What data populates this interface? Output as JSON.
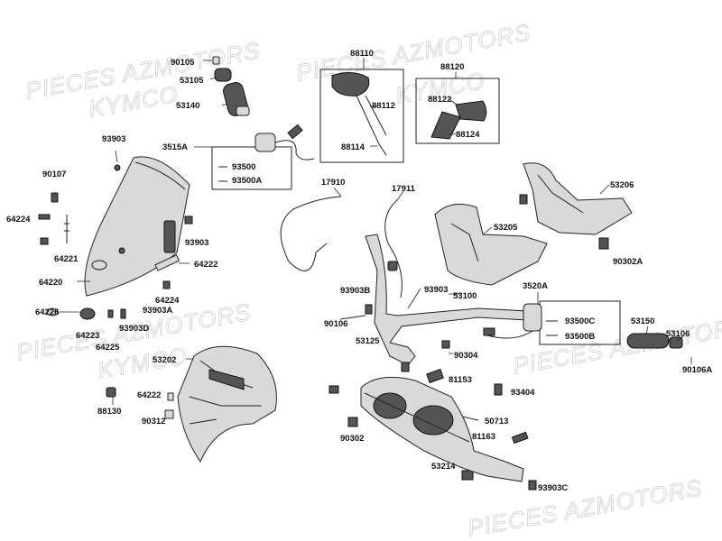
{
  "watermark": {
    "line1": "PIECES AZMOTORS",
    "line2": "KYMCO"
  },
  "labels": [
    "90105",
    "53105",
    "53140",
    "88110",
    "88112",
    "88114",
    "88120",
    "88122",
    "88124",
    "93903",
    "3515A",
    "93500",
    "93500A",
    "90107",
    "64224",
    "64221",
    "64222",
    "64224",
    "64220",
    "93903",
    "17910",
    "17911",
    "53206",
    "53205",
    "90302A",
    "93903B",
    "93903",
    "53100",
    "3520A",
    "93500C",
    "93500B",
    "53150",
    "53106",
    "90106A",
    "64226",
    "64223",
    "93903A",
    "93903D",
    "64225",
    "90106",
    "53125",
    "90304",
    "81153",
    "53202",
    "64222",
    "88130",
    "90312",
    "93404",
    "50713",
    "81163",
    "90302",
    "53214",
    "93903C"
  ]
}
